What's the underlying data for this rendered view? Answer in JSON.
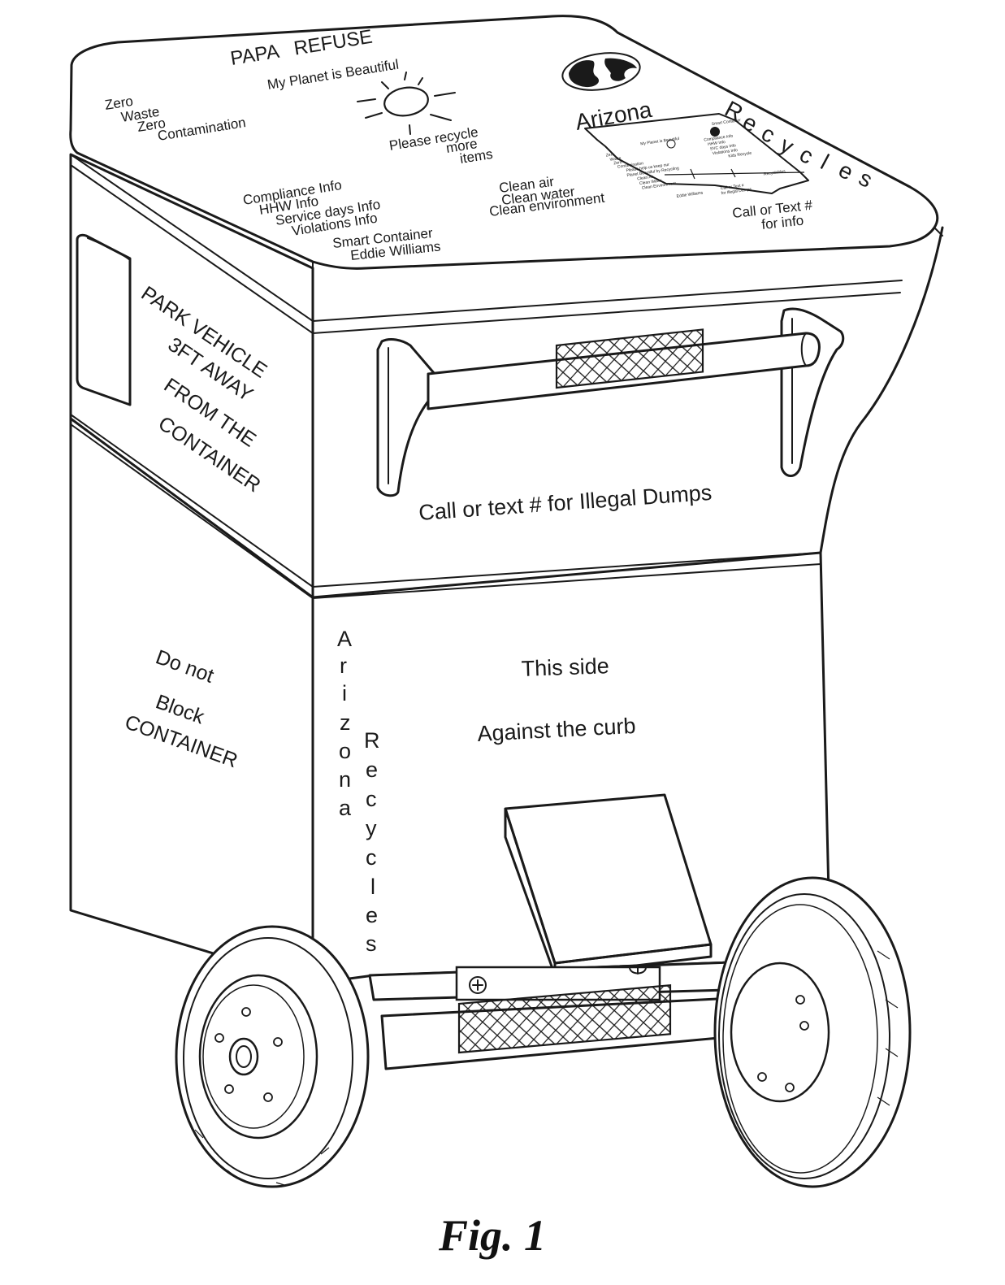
{
  "figure": {
    "caption": "Fig. 1"
  },
  "lid": {
    "title": "PAPA   REFUSE",
    "slogan": "My Planet is Beautiful",
    "left_lines": [
      "Zero",
      "Waste",
      "Zero",
      "Contamination"
    ],
    "recycle_lines": [
      "Please recycle",
      "more",
      "items"
    ],
    "info_lines": [
      "Compliance Info",
      "HHW Info",
      "Service days Info",
      "Violations Info"
    ],
    "clean_lines": [
      "Clean air",
      "Clean water",
      "Clean environment"
    ],
    "smart_lines": [
      "Smart Container",
      "Eddie Williams"
    ],
    "call_lines": [
      "Call or Text #",
      "for info"
    ],
    "brand_word1": "Arizona",
    "brand_word2_letters": [
      "R",
      "e",
      "c",
      "y",
      "c",
      "l",
      "e",
      "s"
    ],
    "map_inset_lines": [
      "My Planet is Beautiful",
      "Zero",
      "Waste",
      "Zero",
      "Contamination",
      "Please help us keep our",
      "Planet Beautiful by Recycling",
      "Clean Air",
      "Clean Water",
      "Clean Environment",
      "Smart Container",
      "Compliance Info",
      "HHW Info",
      "SVC days Info",
      "Violations Info",
      "Kids Recycle",
      "Call or Text #",
      "for Illegal Dumps",
      "Eddie Williams",
      "Recyclables"
    ],
    "icons": [
      "globe-icon",
      "sun-icon",
      "arizona-map-icon"
    ]
  },
  "left_side": {
    "upper_lines": [
      "PARK VEHICLE",
      "3FT AWAY",
      "FROM THE",
      "CONTAINER"
    ],
    "lower_lines": [
      "Do not",
      "Block",
      "CONTAINER"
    ]
  },
  "front": {
    "upper_text": "Call or text # for Illegal Dumps",
    "this_side": "This side",
    "against_curb": "Against the curb",
    "vertical_word1": [
      "A",
      "r",
      "i",
      "z",
      "o",
      "n",
      "a"
    ],
    "vertical_word2": [
      "R",
      "e",
      "c",
      "y",
      "c",
      "l",
      "e",
      "s"
    ]
  }
}
